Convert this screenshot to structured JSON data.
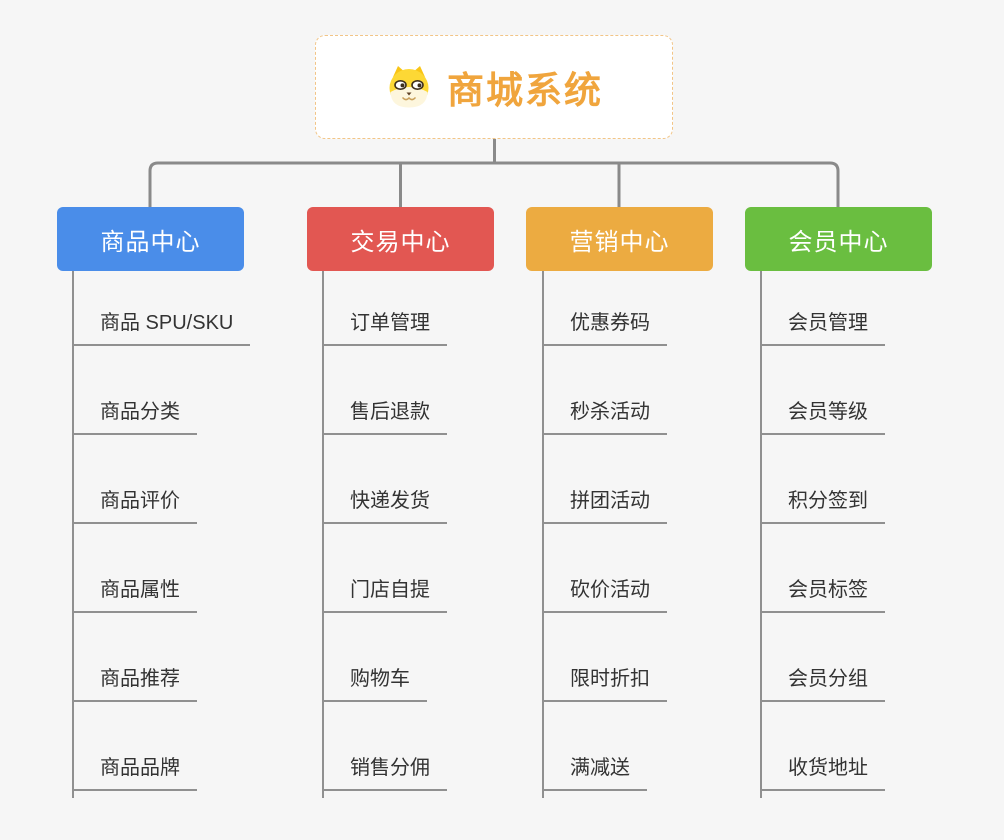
{
  "root": {
    "label": "商城系统",
    "icon": "shiba-dog-icon",
    "accent_color": "#f0a53d",
    "border_color": "#f2c587"
  },
  "branches": [
    {
      "label": "商品中心",
      "color": "#4a8de9",
      "items": [
        "商品 SPU/SKU",
        "商品分类",
        "商品评价",
        "商品属性",
        "商品推荐",
        "商品品牌"
      ]
    },
    {
      "label": "交易中心",
      "color": "#e25752",
      "items": [
        "订单管理",
        "售后退款",
        "快递发货",
        "门店自提",
        "购物车",
        "销售分佣"
      ]
    },
    {
      "label": "营销中心",
      "color": "#ecab41",
      "items": [
        "优惠券码",
        "秒杀活动",
        "拼团活动",
        "砍价活动",
        "限时折扣",
        "满减送"
      ]
    },
    {
      "label": "会员中心",
      "color": "#6abe40",
      "items": [
        "会员管理",
        "会员等级",
        "积分签到",
        "会员标签",
        "会员分组",
        "收货地址"
      ]
    }
  ],
  "connector_color": "#8a8a8a",
  "line_color": "#909090",
  "background_color": "#f6f6f6"
}
